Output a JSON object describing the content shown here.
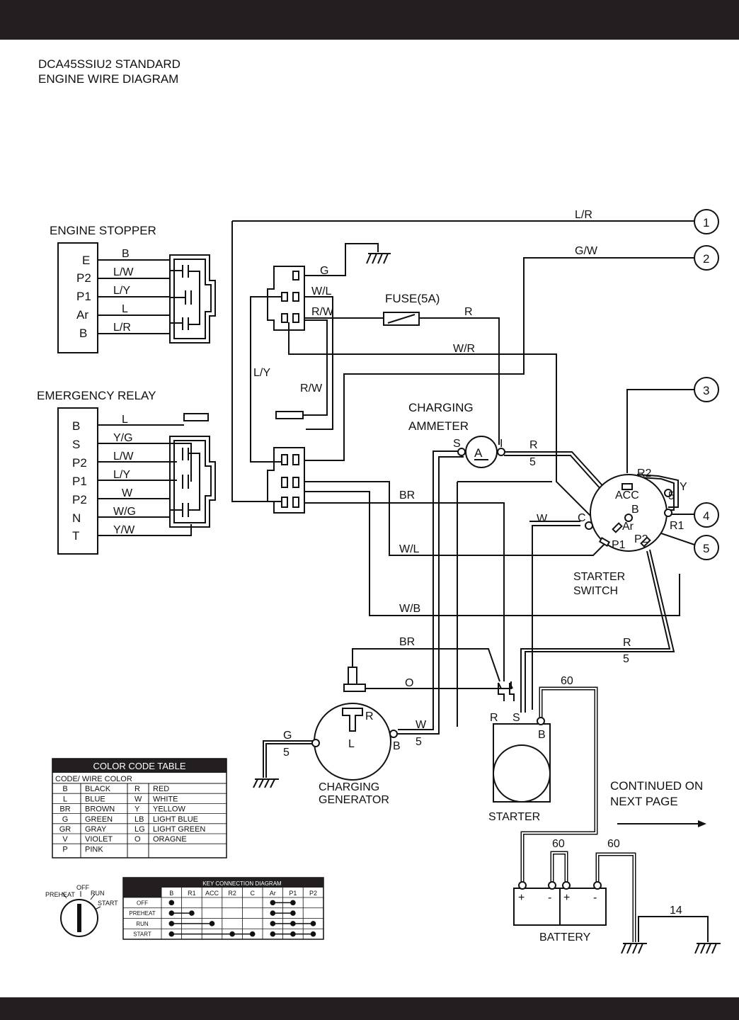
{
  "title": {
    "line1": "DCA45SSIU2 STANDARD",
    "line2": "ENGINE WIRE DIAGRAM"
  },
  "engine_stopper": {
    "label": "ENGINE STOPPER",
    "pins": [
      "E",
      "P2",
      "P1",
      "Ar",
      "B"
    ],
    "wires": [
      "B",
      "L/W",
      "L/Y",
      "L",
      "L/R"
    ]
  },
  "emergency_relay": {
    "label": "EMERGENCY RELAY",
    "pins": [
      "B",
      "S",
      "P2",
      "P1",
      "P2",
      "N",
      "T"
    ],
    "wires": [
      "L",
      "Y/G",
      "L/W",
      "L/Y",
      "W",
      "W/G",
      "Y/W"
    ]
  },
  "connectors": [
    "1",
    "2",
    "3",
    "4",
    "5"
  ],
  "wire_labels": {
    "lr": "L/R",
    "gw": "G/W",
    "g": "G",
    "wl": "W/L",
    "rw": "R/W",
    "r": "R",
    "wr": "W/R",
    "ly": "L/Y",
    "rw2": "R/W",
    "r5a": "R",
    "r5b": "5",
    "br": "BR",
    "w": "W",
    "wl2": "W/L",
    "wb": "W/B",
    "br2": "BR",
    "o": "O",
    "r6a": "R",
    "r6b": "5",
    "w5a": "W",
    "w5b": "5",
    "g5a": "G",
    "g5b": "5",
    "n60a": "60",
    "n60b": "60",
    "n60c": "60",
    "n14": "14",
    "y": "Y",
    "y5": "5"
  },
  "fuse": "FUSE(5A)",
  "ammeter": {
    "label1": "CHARGING",
    "label2": "AMMETER",
    "s": "S",
    "a": "A",
    "i": "I"
  },
  "starter_switch": {
    "label1": "STARTER",
    "label2": "SWITCH",
    "terminals": {
      "acc": "ACC",
      "b": "B",
      "ar": "Ar",
      "p1": "P1",
      "p2": "P2",
      "r1": "R1",
      "r2": "R2",
      "c": "C"
    }
  },
  "generator": {
    "label1": "CHARGING",
    "label2": "GENERATOR",
    "r": "R",
    "l": "L",
    "b": "B"
  },
  "starter": {
    "label": "STARTER",
    "r": "R",
    "s": "S",
    "b": "B"
  },
  "battery": {
    "label": "BATTERY",
    "plus1": "+",
    "minus1": "-",
    "plus2": "+",
    "minus2": "-"
  },
  "continued": {
    "line1": "CONTINUED ON",
    "line2": "NEXT PAGE"
  },
  "color_code_table": {
    "title": "COLOR CODE TABLE",
    "header": "CODE/ WIRE COLOR",
    "rows": [
      [
        "B",
        "BLACK",
        "R",
        "RED"
      ],
      [
        "L",
        "BLUE",
        "W",
        "WHITE"
      ],
      [
        "BR",
        "BROWN",
        "Y",
        "YELLOW"
      ],
      [
        "G",
        "GREEN",
        "LB",
        "LIGHT BLUE"
      ],
      [
        "GR",
        "GRAY",
        "LG",
        "LIGHT GREEN"
      ],
      [
        "V",
        "VIOLET",
        "O",
        "ORAGNE"
      ],
      [
        "P",
        "PINK",
        "",
        ""
      ]
    ]
  },
  "key_switch": {
    "preheat": "PREHEAT",
    "off": "OFF",
    "run": "RUN",
    "start": "START"
  },
  "key_connection": {
    "title": "KEY CONNECTION DIAGRAM",
    "columns": [
      "B",
      "R1",
      "ACC",
      "R2",
      "C",
      "Ar",
      "P1",
      "P2"
    ],
    "rows": [
      {
        "name": "OFF",
        "dots": [
          1,
          0,
          0,
          0,
          0,
          1,
          1,
          0
        ],
        "links": [
          [
            5,
            6
          ]
        ]
      },
      {
        "name": "PREHEAT",
        "dots": [
          1,
          1,
          0,
          0,
          0,
          1,
          1,
          0
        ],
        "links": [
          [
            0,
            1
          ],
          [
            5,
            6
          ]
        ]
      },
      {
        "name": "RUN",
        "dots": [
          1,
          0,
          1,
          0,
          0,
          1,
          1,
          1
        ],
        "links": [
          [
            0,
            2
          ],
          [
            5,
            7
          ]
        ]
      },
      {
        "name": "START",
        "dots": [
          1,
          0,
          0,
          1,
          1,
          1,
          1,
          1
        ],
        "links": [
          [
            0,
            4
          ],
          [
            5,
            7
          ]
        ]
      }
    ]
  }
}
